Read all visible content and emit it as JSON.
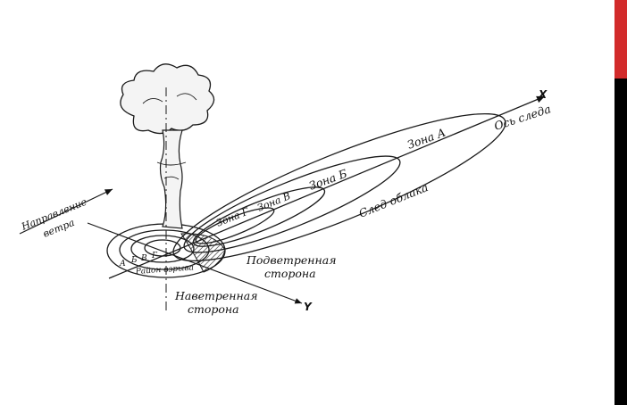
{
  "accent_colors": {
    "red": "#d22b2b",
    "black": "#000000"
  },
  "diagram": {
    "axis_x": "X",
    "axis_y": "Y",
    "trail_axis": "Ось следа",
    "zone_a": "Зона А",
    "zone_b": "Зона Б",
    "zone_v": "Зона В",
    "zone_g": "Зона Г",
    "cloud_trail": "След облака",
    "wind_direction_line1": "Направление",
    "wind_direction_line2": "ветра",
    "leeward_line1": "Подветренная",
    "leeward_line2": "сторона",
    "windward_line1": "Наветренная",
    "windward_line2": "сторона",
    "explosion_area": "Район взрыва",
    "ring_a": "А",
    "ring_b": "Б",
    "ring_v": "В",
    "ring_g": "Г"
  }
}
